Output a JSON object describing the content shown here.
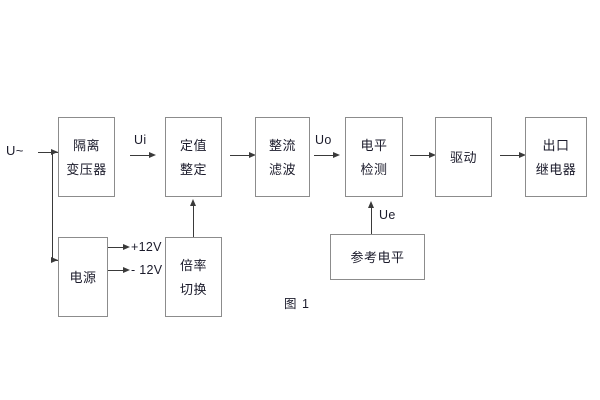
{
  "figure": {
    "caption": "图 1",
    "input_label": "U~"
  },
  "blocks": [
    {
      "id": "isolation-transformer",
      "lines": [
        "隔离",
        "变压器"
      ]
    },
    {
      "id": "setting-value",
      "lines": [
        "定值",
        "整定"
      ]
    },
    {
      "id": "rectify-filter",
      "lines": [
        "整流",
        "滤波"
      ]
    },
    {
      "id": "level-detection",
      "lines": [
        "电平",
        "检测"
      ]
    },
    {
      "id": "drive",
      "lines": [
        "驱动"
      ]
    },
    {
      "id": "output-relay",
      "lines": [
        "出口",
        "继电器"
      ]
    },
    {
      "id": "power-supply",
      "lines": [
        "电源"
      ]
    },
    {
      "id": "ratio-switch",
      "lines": [
        "倍率",
        "切换"
      ]
    },
    {
      "id": "reference-level",
      "lines": [
        "参考电平"
      ]
    }
  ],
  "signals": {
    "ui": "Ui",
    "uo": "Uo",
    "ue": "Ue",
    "rail_positive": "+12V",
    "rail_negative": "- 12V"
  },
  "colors": {
    "box_border": "#8c8c8c",
    "wire": "#3a3a3a",
    "text": "#1b1b2b",
    "background": "#ffffff"
  }
}
